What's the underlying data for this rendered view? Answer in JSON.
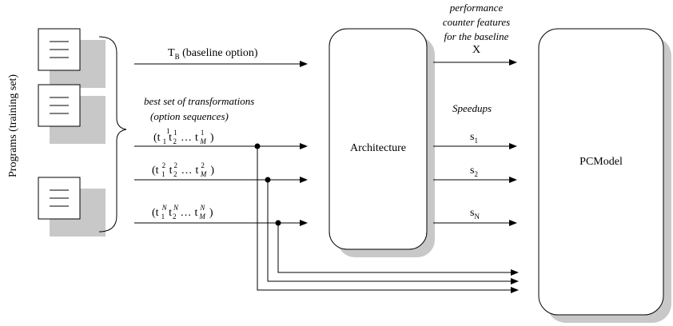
{
  "side_label": "Programs (training set)",
  "baseline": {
    "main": "T",
    "sub": "B",
    "rest": " (baseline option)"
  },
  "best_set": {
    "line1": "best  set of transformations",
    "line2": "(option sequences)"
  },
  "sequences": [
    {
      "open": "(t",
      "sup": [
        "1",
        "1",
        "1"
      ],
      "sub": [
        "1",
        "2",
        "M"
      ],
      "dots": "…",
      "close": ")"
    },
    {
      "open": "(t",
      "sup": [
        "2",
        "2",
        "2"
      ],
      "sub": [
        "1",
        "2",
        "M"
      ],
      "dots": "…",
      "close": ")"
    },
    {
      "open": "(t",
      "sup": [
        "N",
        "N",
        "N"
      ],
      "sub": [
        "1",
        "2",
        "M"
      ],
      "dots": "…",
      "close": ")"
    }
  ],
  "architecture": "Architecture",
  "perf_features": {
    "line1": "performance",
    "line2": "counter features",
    "line3": "for the baseline",
    "var": "X"
  },
  "speedups": {
    "title": "Speedups",
    "items": [
      {
        "main": "s",
        "sub": "1"
      },
      {
        "main": "s",
        "sub": "2"
      },
      {
        "main": "s",
        "sub": "N"
      }
    ]
  },
  "model": "PCModel"
}
